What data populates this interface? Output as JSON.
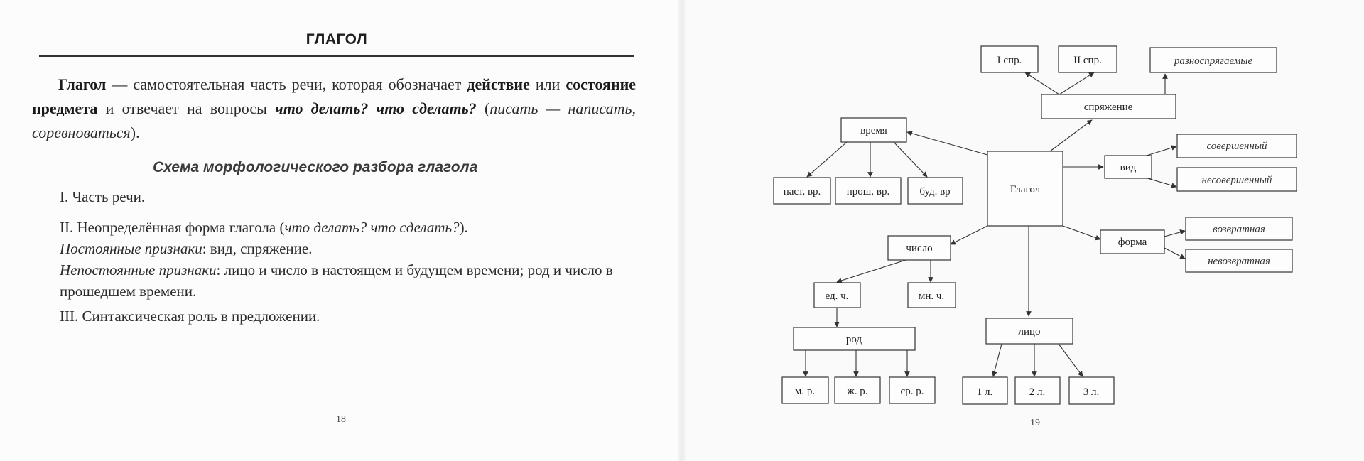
{
  "left_page": {
    "title": "ГЛАГОЛ",
    "definition": {
      "term": "Глагол",
      "t1": " — самостоятельная часть речи, которая обозначает ",
      "b1": "действие",
      "t2": " или ",
      "b2": "состояние предмета",
      "t3": " и отвечает на вопросы ",
      "q": "что делать? что сделать?",
      "t4": " (",
      "ex": "писать — написать, соревноваться",
      "t5": ")."
    },
    "scheme_title": "Схема морфологического разбора глагола",
    "item1": "I. Часть речи.",
    "item2": {
      "a": "II. Неопределённая форма глагола (",
      "a_it": "что делать? что сделать?",
      "a_end": ").",
      "perm_label": "Постоянные признаки",
      "perm_text": ": вид, спряжение.",
      "nonperm_label": "Непостоянные признаки",
      "nonperm_text": ": лицо и число в настоящем и будущем времени; род и число в прошедшем времени."
    },
    "item3": "III. Синтаксическая роль в предложении.",
    "page_number": "18"
  },
  "right_page": {
    "page_number": "19",
    "diagram": {
      "center": "Глагол",
      "conj": "спряжение",
      "conj1": "I спр.",
      "conj2": "II спр.",
      "conj3": "разноспрягаемые",
      "tense": "время",
      "t_pres": "наст. вр.",
      "t_past": "прош. вр.",
      "t_fut": "буд. вр",
      "aspect": "вид",
      "a_perf": "совершенный",
      "a_imperf": "несовершенный",
      "form": "форма",
      "f_refl": "возвратная",
      "f_nonrefl": "невозвратная",
      "number": "число",
      "n_sg": "ед. ч.",
      "n_pl": "мн. ч.",
      "gender": "род",
      "g_m": "м. р.",
      "g_f": "ж. р.",
      "g_n": "ср. р.",
      "person": "лицо",
      "p1": "1 л.",
      "p2": "2 л.",
      "p3": "3 л."
    }
  }
}
